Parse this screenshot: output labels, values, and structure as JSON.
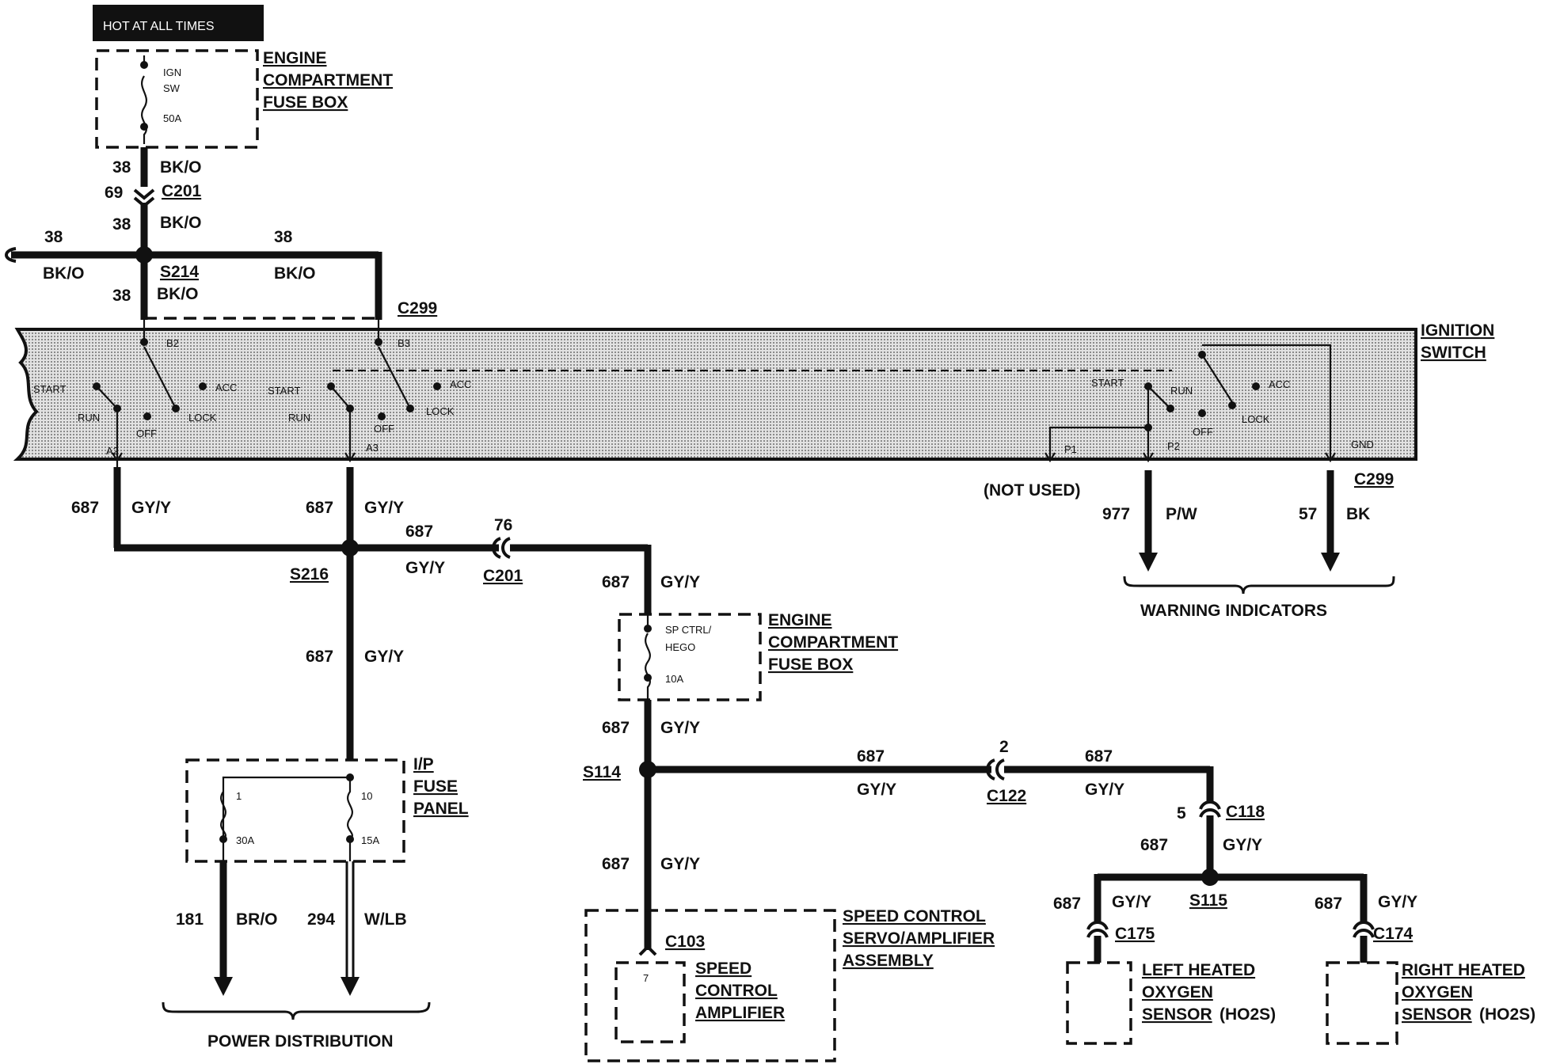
{
  "hot_at_all_times": "HOT AT ALL TIMES",
  "fuse_box_top": {
    "title": [
      "ENGINE",
      "COMPARTMENT",
      "FUSE BOX"
    ],
    "fuse_lines": [
      "IGN",
      "SW",
      "50A"
    ]
  },
  "wires_top": {
    "w38a": "38",
    "bko_a": "BK/O",
    "c69": "69",
    "c201_top": "C201",
    "w38b": "38",
    "bko_b": "BK/O",
    "w38_left": "38",
    "bko_left": "BK/O",
    "w38_right": "38",
    "bko_right": "BK/O",
    "s214": "S214",
    "w38c": "38",
    "bko_c": "BK/O",
    "c299_top": "C299"
  },
  "ignition_switch": {
    "title": [
      "IGNITION",
      "SWITCH"
    ],
    "b2": "B2",
    "b3": "B3",
    "a2": "A2",
    "a3": "A3",
    "start": "START",
    "run": "RUN",
    "off": "OFF",
    "acc": "ACC",
    "lock": "LOCK",
    "p1": "P1",
    "p2": "P2",
    "gnd": "GND"
  },
  "wires_mid": {
    "w687_a": "687",
    "gyy_a": "GY/Y",
    "w687_b": "687",
    "gyy_b": "GY/Y",
    "w687_c": "687",
    "gyy_c": "GY/Y",
    "c76": "76",
    "c201_mid": "C201",
    "s216": "S216",
    "w687_d": "687",
    "gyy_d": "GY/Y",
    "w687_e": "687",
    "gyy_e": "GY/Y",
    "not_used": "(NOT USED)",
    "c299_bot": "C299",
    "w977": "977",
    "pw": "P/W",
    "w57": "57",
    "bk": "BK",
    "warning_indicators": "WARNING INDICATORS"
  },
  "fuse_box_mid": {
    "title": [
      "ENGINE",
      "COMPARTMENT",
      "FUSE BOX"
    ],
    "fuse_lines": [
      "SP CTRL/",
      "HEGO",
      "10A"
    ]
  },
  "ip_fuse_panel": {
    "title": [
      "I/P",
      "FUSE",
      "PANEL"
    ],
    "f1": "1",
    "f10": "10",
    "f30a": "30A",
    "f15a": "15A",
    "w181": "181",
    "bro": "BR/O",
    "w294": "294",
    "wlb": "W/LB",
    "power_distribution": "POWER DISTRIBUTION"
  },
  "wires_bottom": {
    "w687_f": "687",
    "gyy_f": "GY/Y",
    "s114": "S114",
    "w687_g": "687",
    "gyy_g": "GY/Y",
    "c2": "2",
    "c122": "C122",
    "w687_h": "687",
    "gyy_h": "GY/Y",
    "c5": "5",
    "c118": "C118",
    "w687_i": "687",
    "gyy_i": "GY/Y",
    "s115": "S115",
    "w687_j": "687",
    "gyy_j": "GY/Y",
    "c175": "C175",
    "w687_k": "687",
    "gyy_k": "GY/Y",
    "c174": "C174",
    "w687_l": "687",
    "gyy_l": "GY/Y"
  },
  "speed_control": {
    "title": [
      "SPEED CONTROL",
      "SERVO/AMPLIFIER",
      "ASSEMBLY"
    ],
    "c103": "C103",
    "pin7": "7",
    "inner": [
      "SPEED",
      "CONTROL",
      "AMPLIFIER"
    ]
  },
  "left_ho2s": {
    "title": [
      "LEFT HEATED",
      "OXYGEN",
      "SENSOR"
    ],
    "suffix": "(HO2S)"
  },
  "right_ho2s": {
    "title": [
      "RIGHT HEATED",
      "OXYGEN",
      "SENSOR"
    ],
    "suffix": "(HO2S)"
  }
}
